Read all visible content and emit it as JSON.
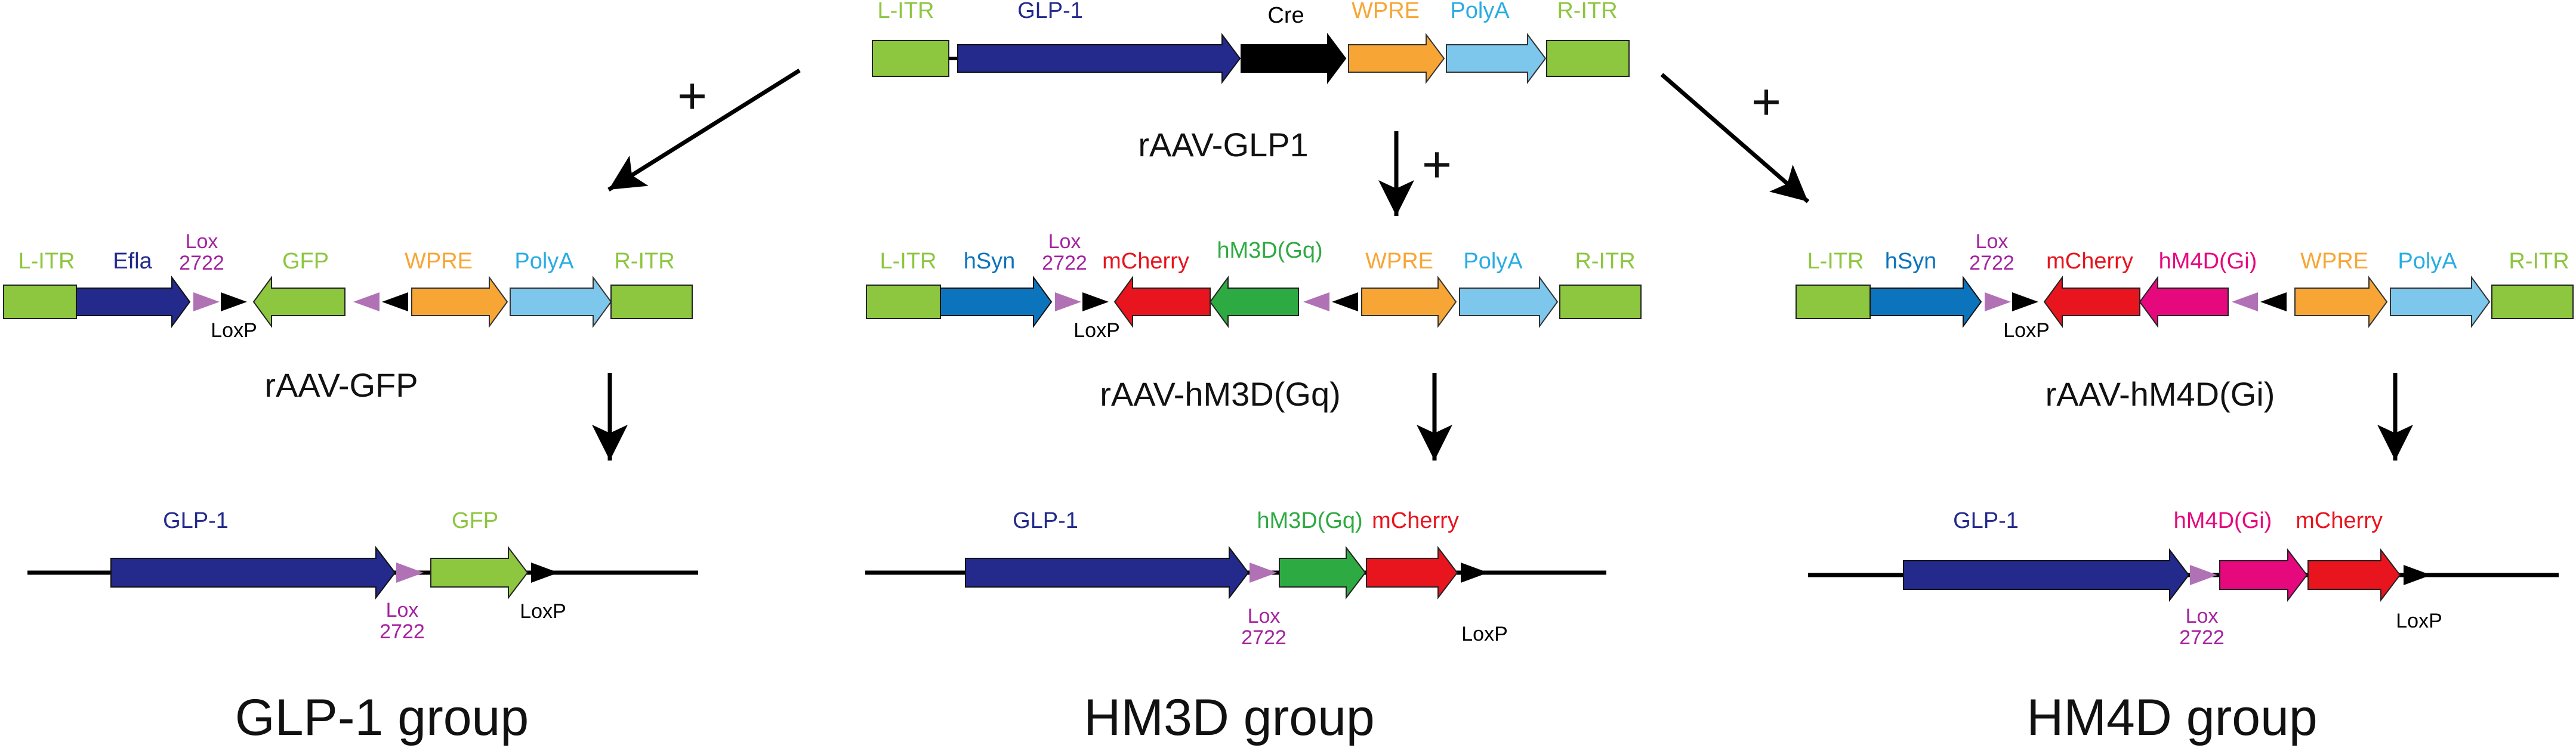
{
  "colors": {
    "itr": "#8dc63f",
    "glp1": "#232a8c",
    "efla": "#232a8c",
    "cre": "#000000",
    "wpre": "#f7a636",
    "polya": "#7dc6ec",
    "hsyn": "#0c74bc",
    "lox2722": "#b072b5",
    "loxp": "#000000",
    "gfp": "#8dc63f",
    "mcherry": "#e8141e",
    "hm3d": "#2eaa42",
    "hm4d": "#e6097e",
    "lox_text": "#a3239f",
    "hm3d_text": "#2eaa42"
  },
  "top_vector": {
    "labels": {
      "litr": "L-ITR",
      "glp1": "GLP-1",
      "cre": "Cre",
      "wpre": "WPRE",
      "polya": "PolyA",
      "ritr": "R-ITR"
    },
    "name": "rAAV-GLP1"
  },
  "plus": "+",
  "gfp_vector": {
    "labels": {
      "litr": "L-ITR",
      "efla": "Efla",
      "lox_a": "Lox",
      "lox_b": "2722",
      "gfp": "GFP",
      "wpre": "WPRE",
      "polya": "PolyA",
      "ritr": "R-ITR",
      "loxp": "LoxP"
    },
    "name": "rAAV-GFP"
  },
  "hm3d_vector": {
    "labels": {
      "litr": "L-ITR",
      "hsyn": "hSyn",
      "lox_a": "Lox",
      "lox_b": "2722",
      "mcherry": "mCherry",
      "hm3d": "hM3D(Gq)",
      "wpre": "WPRE",
      "polya": "PolyA",
      "ritr": "R-ITR",
      "loxp": "LoxP"
    },
    "name": "rAAV-hM3D(Gq)"
  },
  "hm4d_vector": {
    "labels": {
      "litr": "L-ITR",
      "hsyn": "hSyn",
      "lox_a": "Lox",
      "lox_b": "2722",
      "mcherry": "mCherry",
      "hm4d": "hM4D(Gi)",
      "wpre": "WPRE",
      "polya": "PolyA",
      "ritr": "R-ITR",
      "loxp": "LoxP"
    },
    "name": "rAAV-hM4D(Gi)"
  },
  "gfp_product": {
    "labels": {
      "glp1": "GLP-1",
      "gfp": "GFP",
      "lox_a": "Lox",
      "lox_b": "2722",
      "loxp": "LoxP"
    }
  },
  "hm3d_product": {
    "labels": {
      "glp1": "GLP-1",
      "hm3d": "hM3D(Gq)",
      "mcherry": "mCherry",
      "lox_a": "Lox",
      "lox_b": "2722",
      "loxp": "LoxP"
    }
  },
  "hm4d_product": {
    "labels": {
      "glp1": "GLP-1",
      "hm4d": "hM4D(Gi)",
      "mcherry": "mCherry",
      "lox_a": "Lox",
      "lox_b": "2722",
      "loxp": "LoxP"
    }
  },
  "groups": {
    "glp1": "GLP-1 group",
    "hm3d": "HM3D group",
    "hm4d": "HM4D group"
  }
}
